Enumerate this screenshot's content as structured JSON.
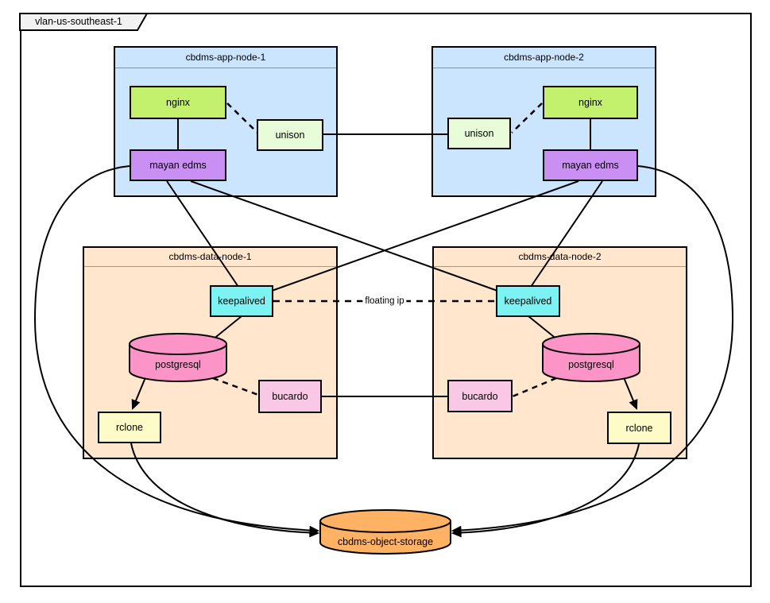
{
  "container": {
    "label": "vlan-us-southeast-1"
  },
  "groups": [
    {
      "id": "app1",
      "title": "cbdms-app-node-1"
    },
    {
      "id": "app2",
      "title": "cbdms-app-node-2"
    },
    {
      "id": "data1",
      "title": "cbdms-data-node-1"
    },
    {
      "id": "data2",
      "title": "cbdms-data-node-2"
    }
  ],
  "components": {
    "nginx1": "nginx",
    "unison1": "unison",
    "mayan1": "mayan edms",
    "nginx2": "nginx",
    "unison2": "unison",
    "mayan2": "mayan edms",
    "keepalived1": "keepalived",
    "postgresql1": "postgresql",
    "bucardo1": "bucardo",
    "rclone1": "rclone",
    "keepalived2": "keepalived",
    "postgresql2": "postgresql",
    "bucardo2": "bucardo",
    "rclone2": "rclone",
    "storage": "cbdms-object-storage"
  },
  "edges": {
    "floating_ip_label": "floating ip"
  },
  "colors": {
    "app_node_fill": "#cce5ff",
    "data_node_fill": "#ffe6cc",
    "nginx_fill": "#c3f16d",
    "unison_fill": "#e9fcd9",
    "mayan_fill": "#c98ff2",
    "keepalived_fill": "#7df2f2",
    "postgresql_fill": "#fc94c8",
    "bucardo_fill": "#f9c8e6",
    "rclone_fill": "#fdfbc8",
    "storage_fill": "#ffb164",
    "tab_fill": "#f2f2f2",
    "stroke": "#000000"
  }
}
